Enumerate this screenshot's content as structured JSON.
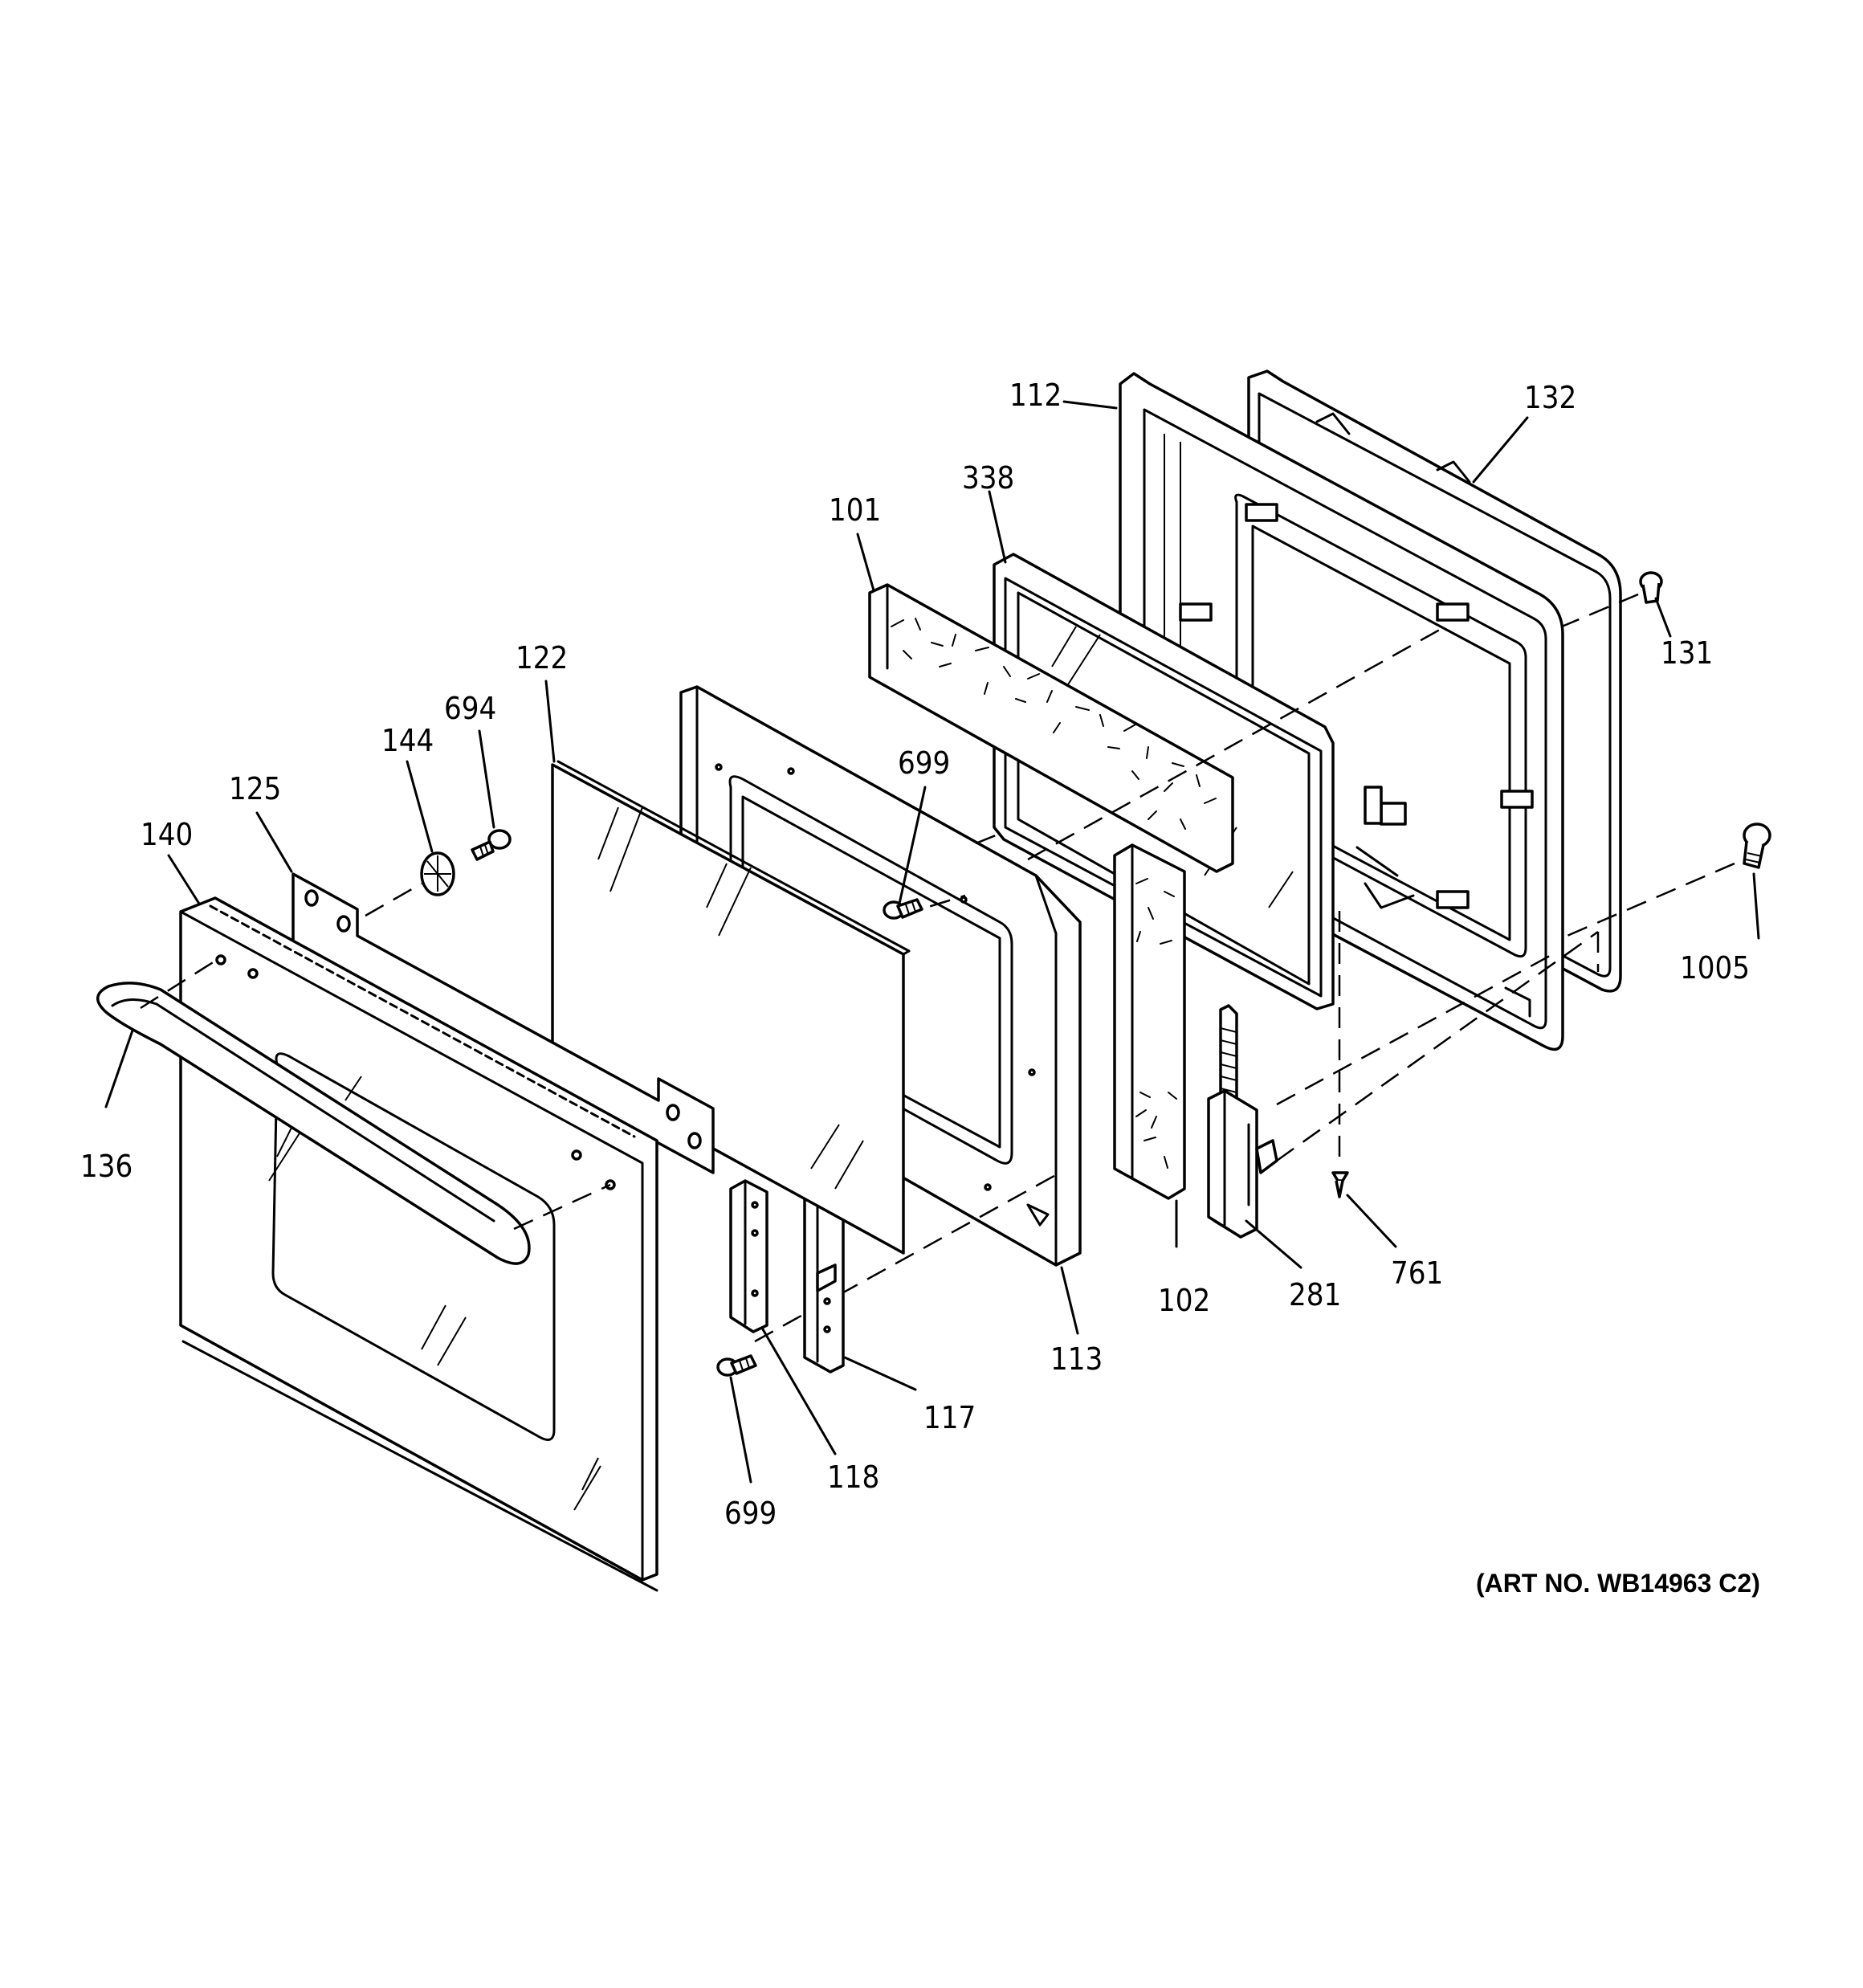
{
  "diagram": {
    "art_number": "(ART NO. WB14963 C2)",
    "callouts": [
      {
        "id": "112",
        "text": "112"
      },
      {
        "id": "132",
        "text": "132"
      },
      {
        "id": "338",
        "text": "338"
      },
      {
        "id": "101",
        "text": "101"
      },
      {
        "id": "131",
        "text": "131"
      },
      {
        "id": "122",
        "text": "122"
      },
      {
        "id": "694",
        "text": "694"
      },
      {
        "id": "144",
        "text": "144"
      },
      {
        "id": "699a",
        "text": "699"
      },
      {
        "id": "125",
        "text": "125"
      },
      {
        "id": "140",
        "text": "140"
      },
      {
        "id": "1005",
        "text": "1005"
      },
      {
        "id": "136",
        "text": "136"
      },
      {
        "id": "761",
        "text": "761"
      },
      {
        "id": "281",
        "text": "281"
      },
      {
        "id": "102",
        "text": "102"
      },
      {
        "id": "113",
        "text": "113"
      },
      {
        "id": "117",
        "text": "117"
      },
      {
        "id": "118",
        "text": "118"
      },
      {
        "id": "699b",
        "text": "699"
      }
    ]
  }
}
